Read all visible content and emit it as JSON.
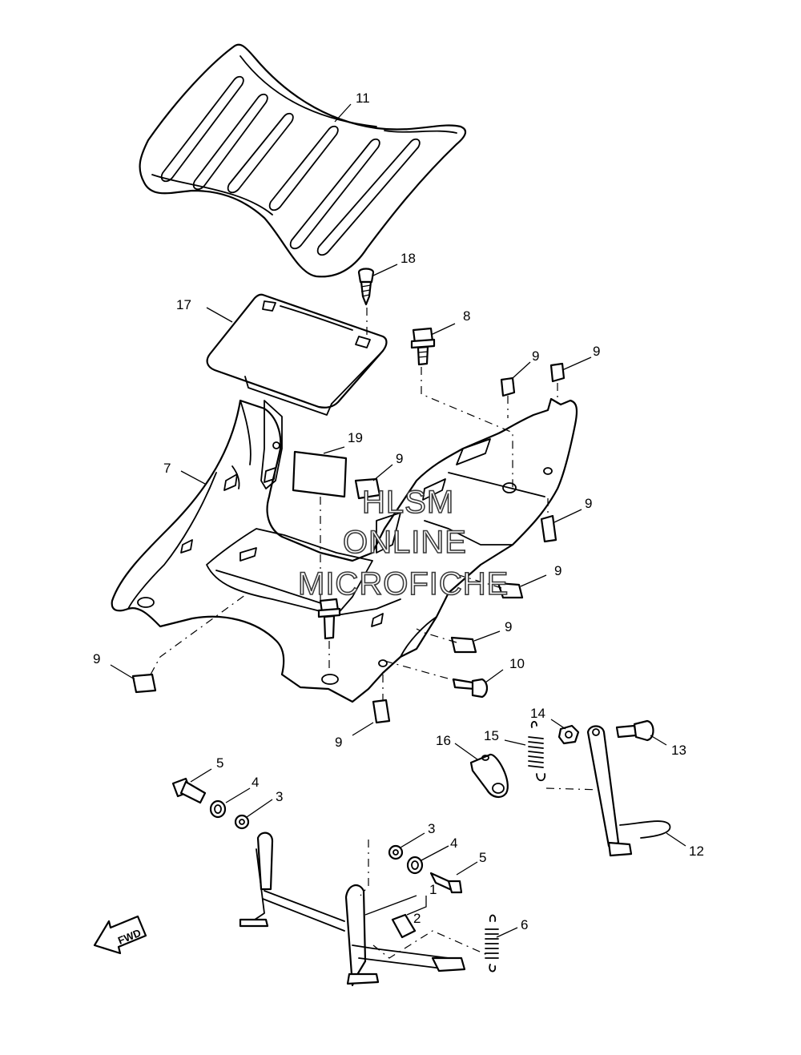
{
  "diagram": {
    "callouts": [
      "1",
      "2",
      "3",
      "3",
      "4",
      "4",
      "5",
      "5",
      "6",
      "7",
      "8",
      "9",
      "9",
      "9",
      "9",
      "9",
      "9",
      "9",
      "9",
      "10",
      "11",
      "12",
      "13",
      "14",
      "15",
      "16",
      "17",
      "18",
      "19"
    ],
    "direction_label": "FWD",
    "watermark": [
      "HLSM",
      "ONLINE",
      "MICROFICHE"
    ]
  }
}
